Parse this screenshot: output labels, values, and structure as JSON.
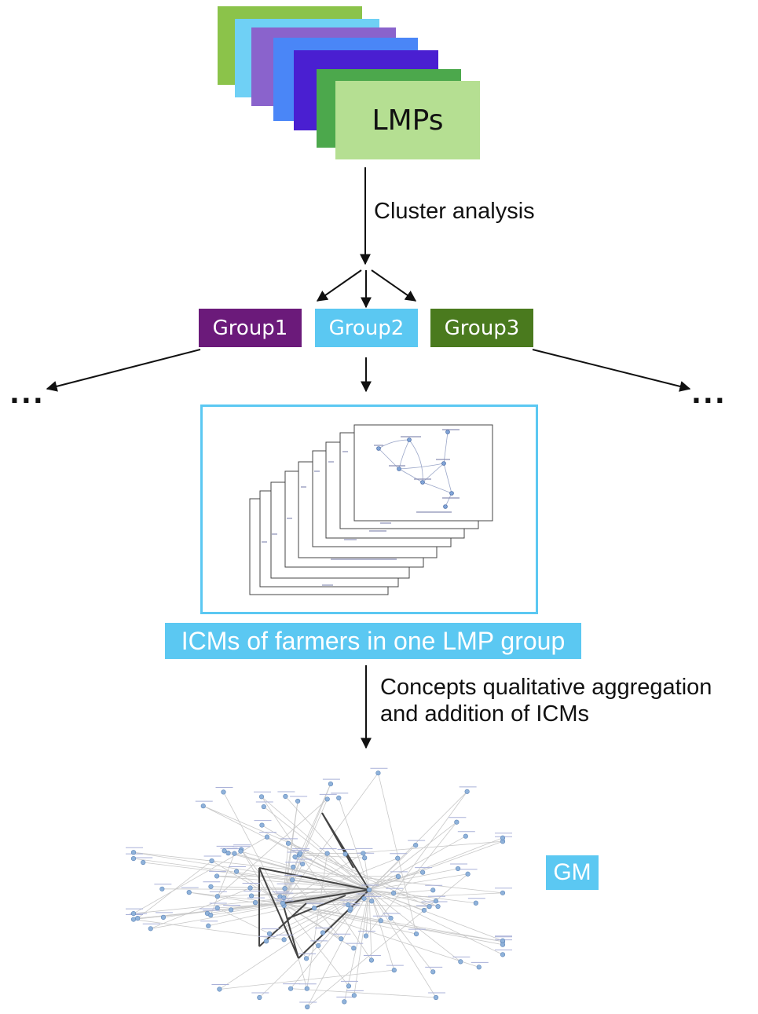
{
  "lmps": {
    "label": "LMPs",
    "card_colors": [
      "#8bc34a",
      "#6fd0f5",
      "#8a63cc",
      "#4a86f7",
      "#4a1fd1",
      "#4ca84c",
      "#b5df92"
    ]
  },
  "step1": {
    "label": "Cluster analysis"
  },
  "groups": [
    {
      "label": "Group1",
      "color": "#6b1a7a"
    },
    {
      "label": "Group2",
      "color": "#5bc8f2"
    },
    {
      "label": "Group3",
      "color": "#4a7a1e"
    }
  ],
  "ellipsis_left": "...",
  "ellipsis_right": "...",
  "icm_frame_color": "#5bc8f2",
  "icms_caption": "ICMs of farmers in one LMP group",
  "step2": {
    "line1": "Concepts qualitative aggregation",
    "line2": "and addition of ICMs"
  },
  "gm": {
    "label": "GM"
  }
}
